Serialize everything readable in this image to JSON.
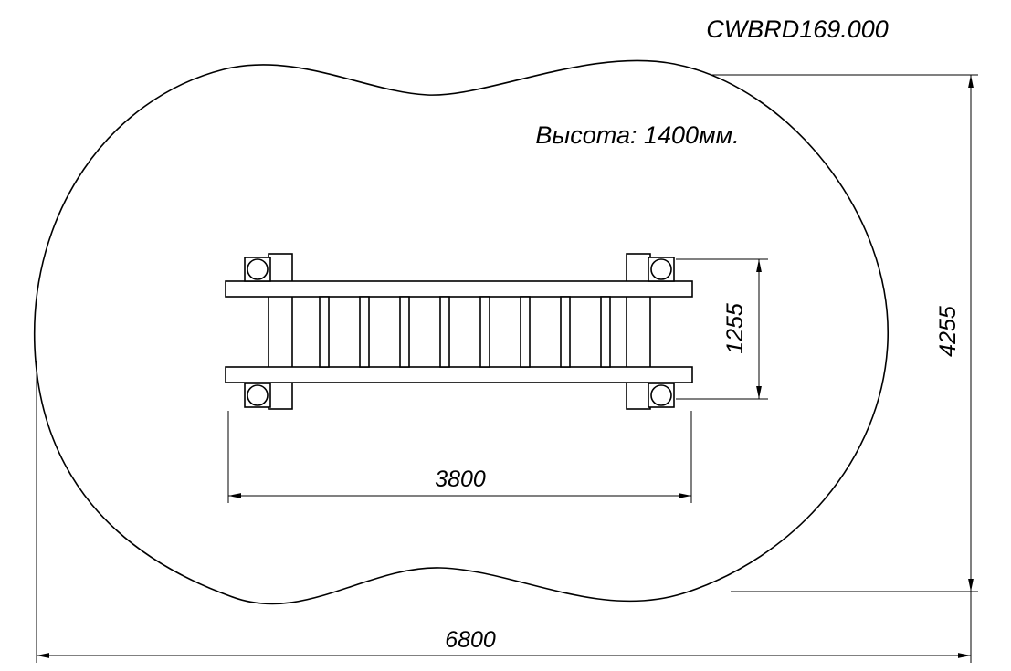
{
  "drawing": {
    "part_number": "CWBRD169.000",
    "height_note": "Высота: 1400мм.",
    "dimensions": {
      "overall_width": "6800",
      "overall_depth": "4255",
      "item_length": "3800",
      "item_width": "1255"
    },
    "colors": {
      "line": "#000000",
      "background": "#ffffff"
    }
  }
}
